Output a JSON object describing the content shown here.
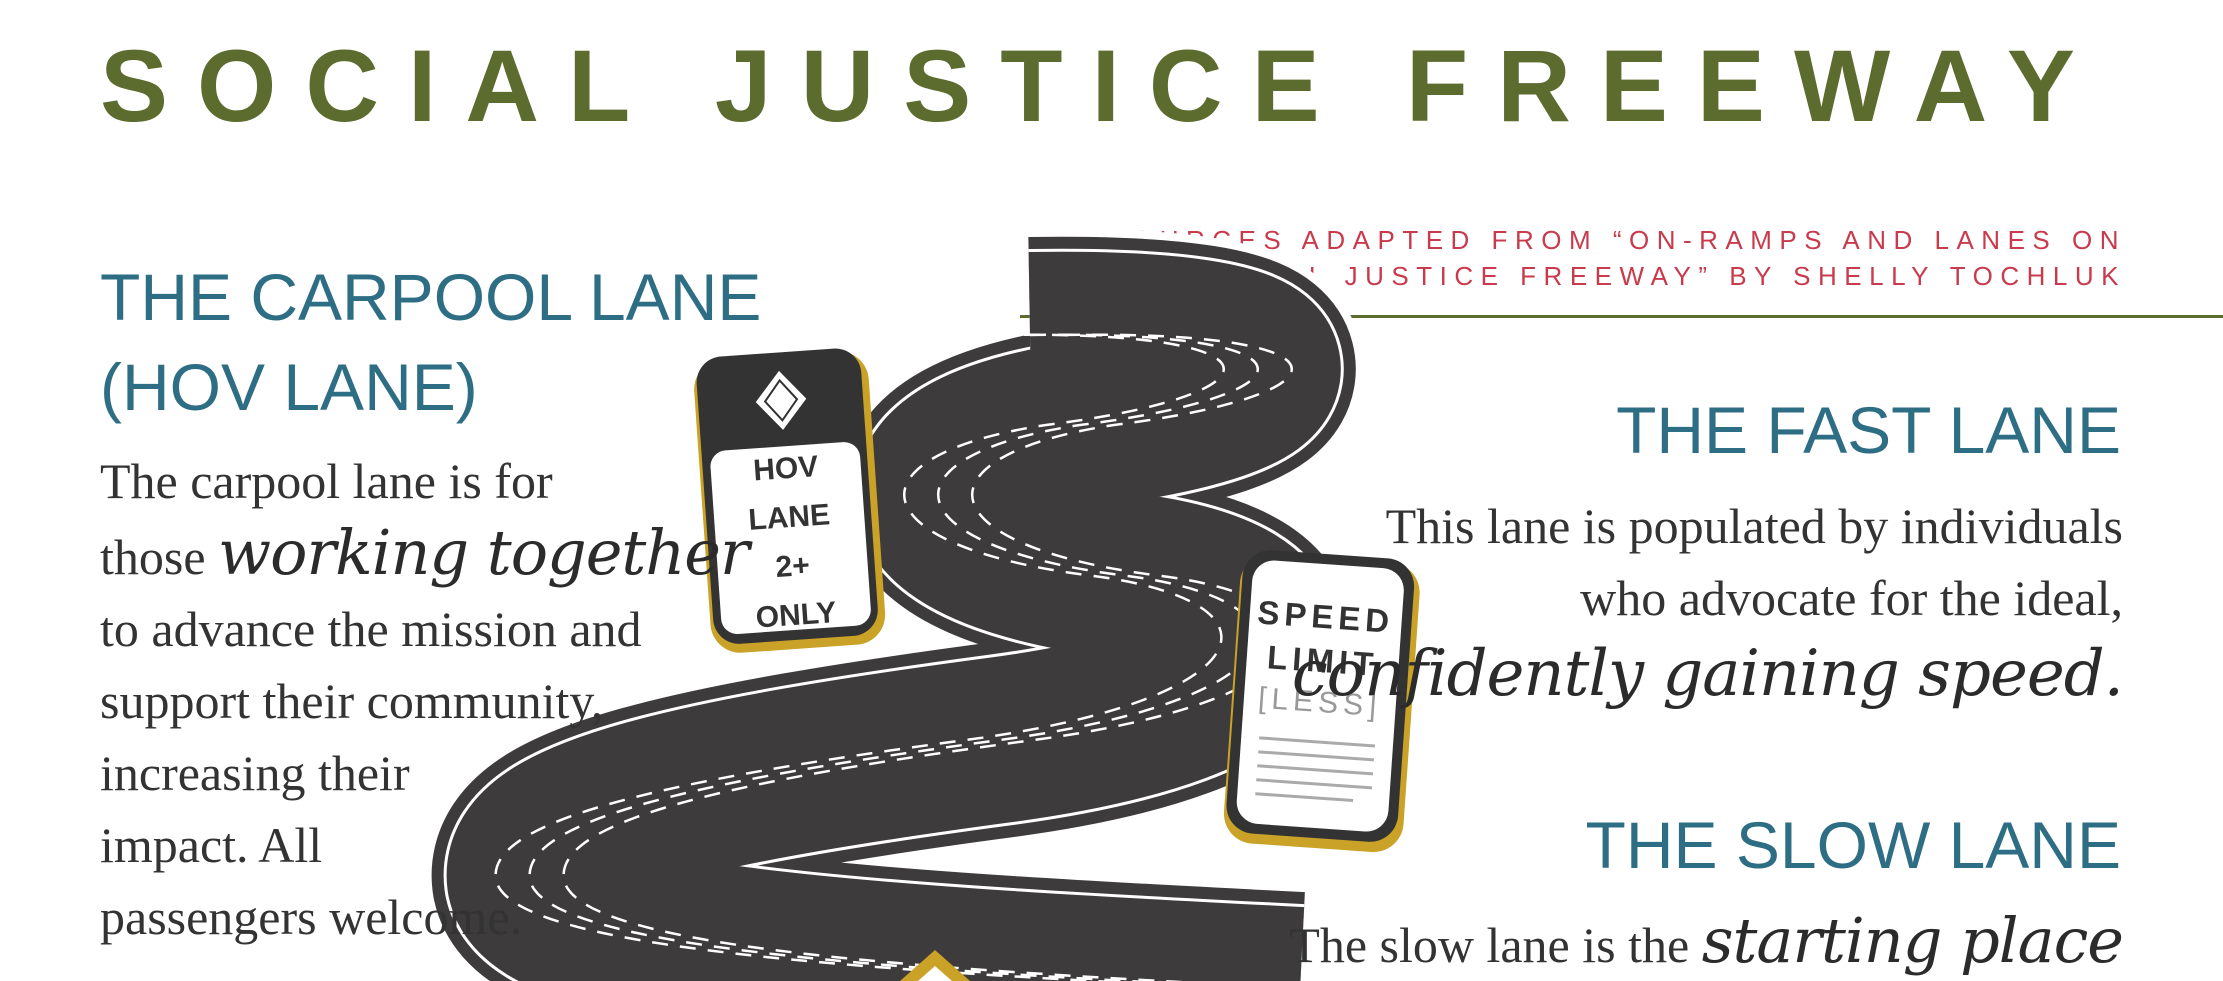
{
  "title": "SOCIAL JUSTICE FREEWAY",
  "credit": {
    "line1": "RESOURCES ADAPTED FROM “ON-RAMPS AND LANES ON",
    "line2": "THE RACIAL JUSTICE FREEWAY” BY SHELLY TOCHLUK"
  },
  "carpool": {
    "heading1": "THE CARPOOL LANE",
    "heading2": "(HOV LANE)",
    "l1": "The carpool lane is for",
    "l2a": "those ",
    "l2b": "working together",
    "l3": "to advance the mission and",
    "l4": "support their community,",
    "l5": "increasing their",
    "l6": "impact. All",
    "l7": "passengers welcome."
  },
  "fast": {
    "heading": "THE FAST LANE",
    "l1": "This lane is populated by individuals",
    "l2": "who advocate for the ideal,",
    "l3": "confidently gaining speed."
  },
  "slow": {
    "heading": "THE SLOW LANE",
    "l1a": "The slow lane is the ",
    "l1b": "starting place"
  },
  "hov_sign": {
    "l1": "HOV",
    "l2": "LANE",
    "l3": "2+",
    "l4": "ONLY"
  },
  "speed_sign": {
    "l1": "SPEED",
    "l2": "LIMIT",
    "l3": "[LESS]"
  },
  "colors": {
    "title": "#5c6b2e",
    "heading": "#2e6e85",
    "credit": "#c93a4d",
    "road": "#3d3b3c",
    "sign_border": "#c9a227"
  }
}
